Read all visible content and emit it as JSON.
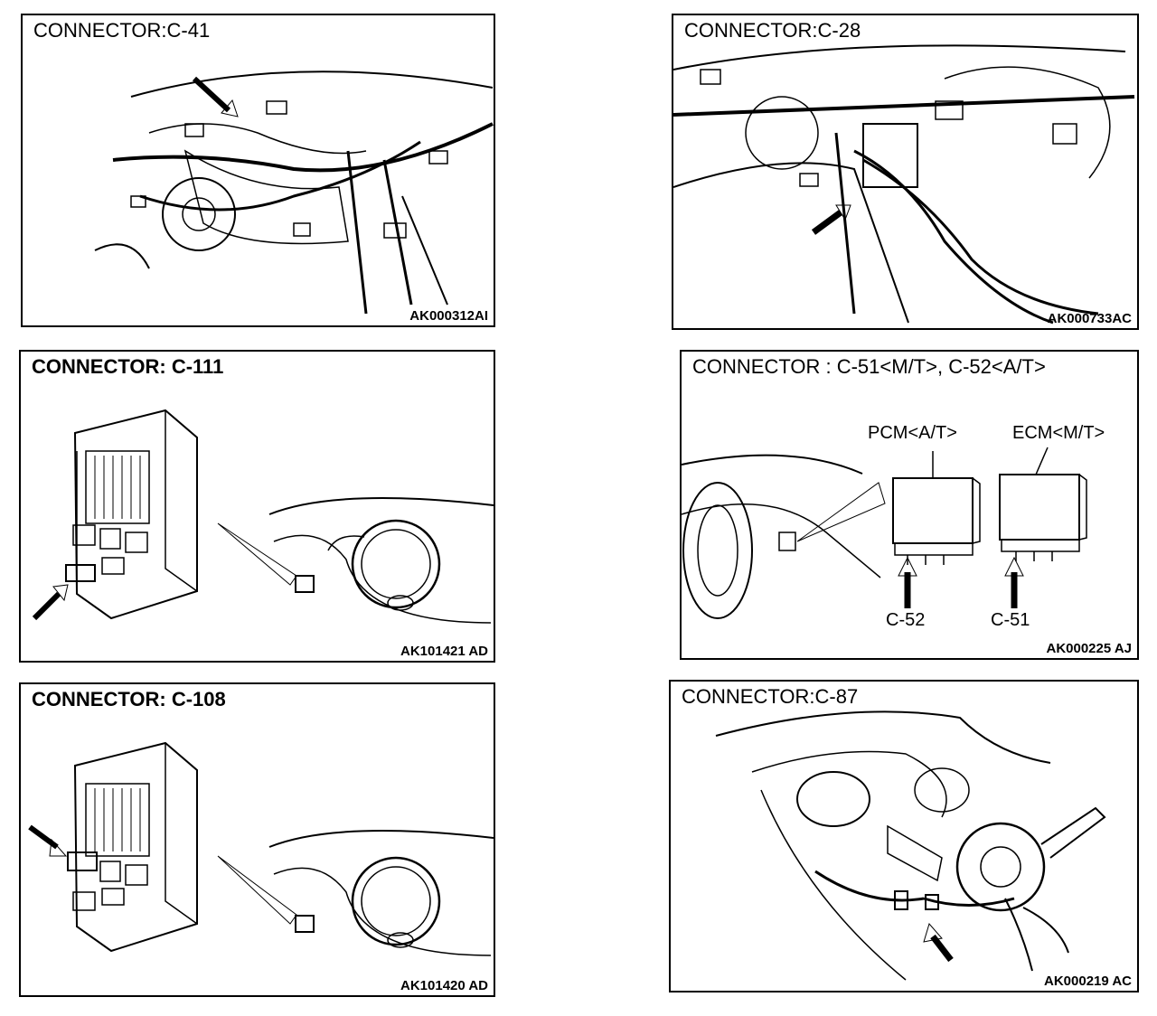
{
  "panels": [
    {
      "title": "CONNECTOR:C-41",
      "code": "AK000312AI"
    },
    {
      "title": "CONNECTOR:C-28",
      "code": "AK000733AC"
    },
    {
      "title": "CONNECTOR: C-111",
      "code": "AK101421 AD"
    },
    {
      "title": "CONNECTOR : C-51<M/T>, C-52<A/T>",
      "code": "AK000225 AJ",
      "labels": {
        "pcm": "PCM<A/T>",
        "ecm": "ECM<M/T>",
        "c52": "C-52",
        "c51": "C-51"
      }
    },
    {
      "title": "CONNECTOR: C-108",
      "code": "AK101420 AD"
    },
    {
      "title": "CONNECTOR:C-87",
      "code": "AK000219 AC"
    }
  ]
}
